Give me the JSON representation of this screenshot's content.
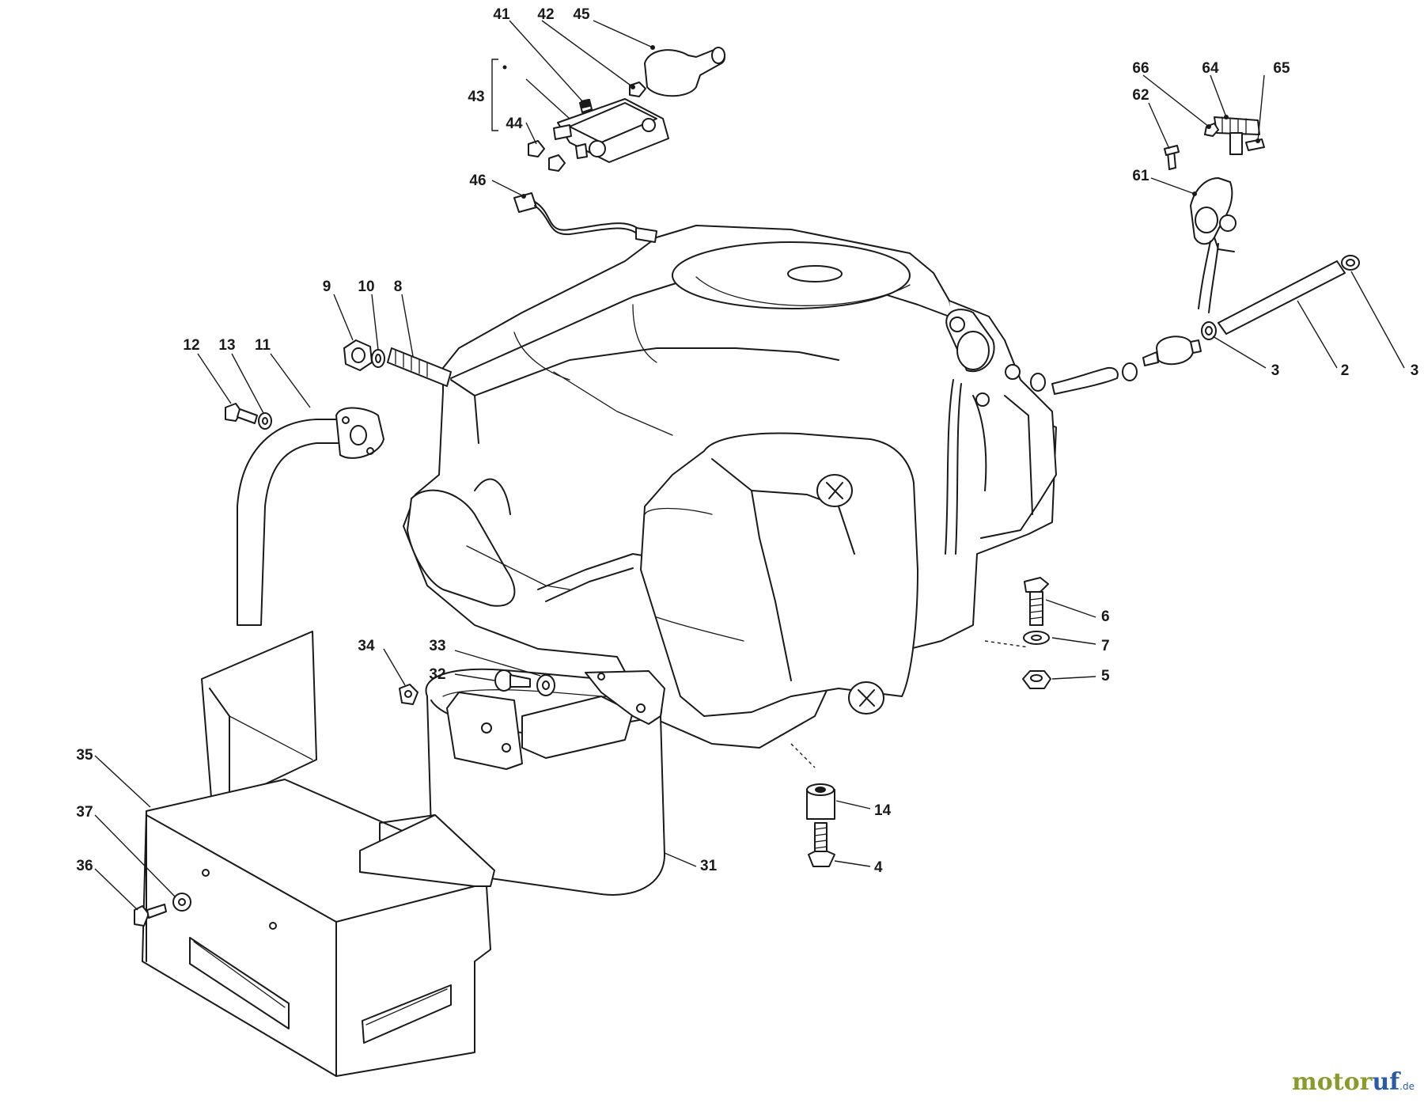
{
  "diagram": {
    "callouts": [
      {
        "id": "41",
        "label": "41"
      },
      {
        "id": "42",
        "label": "42"
      },
      {
        "id": "45",
        "label": "45"
      },
      {
        "id": "43",
        "label": "43"
      },
      {
        "id": "44",
        "label": "44"
      },
      {
        "id": "46",
        "label": "46"
      },
      {
        "id": "66",
        "label": "66"
      },
      {
        "id": "64",
        "label": "64"
      },
      {
        "id": "65",
        "label": "65"
      },
      {
        "id": "62",
        "label": "62"
      },
      {
        "id": "61",
        "label": "61"
      },
      {
        "id": "9",
        "label": "9"
      },
      {
        "id": "10",
        "label": "10"
      },
      {
        "id": "8",
        "label": "8"
      },
      {
        "id": "12",
        "label": "12"
      },
      {
        "id": "13",
        "label": "13"
      },
      {
        "id": "11",
        "label": "11"
      },
      {
        "id": "3a",
        "label": "3"
      },
      {
        "id": "2",
        "label": "2"
      },
      {
        "id": "3b",
        "label": "3"
      },
      {
        "id": "6",
        "label": "6"
      },
      {
        "id": "7",
        "label": "7"
      },
      {
        "id": "5",
        "label": "5"
      },
      {
        "id": "34",
        "label": "34"
      },
      {
        "id": "33",
        "label": "33"
      },
      {
        "id": "32",
        "label": "32"
      },
      {
        "id": "35",
        "label": "35"
      },
      {
        "id": "37",
        "label": "37"
      },
      {
        "id": "36",
        "label": "36"
      },
      {
        "id": "31",
        "label": "31"
      },
      {
        "id": "14",
        "label": "14"
      },
      {
        "id": "4",
        "label": "4"
      }
    ]
  },
  "watermark": {
    "part1": "motor",
    "part2": "uf",
    "tld": ".de"
  }
}
